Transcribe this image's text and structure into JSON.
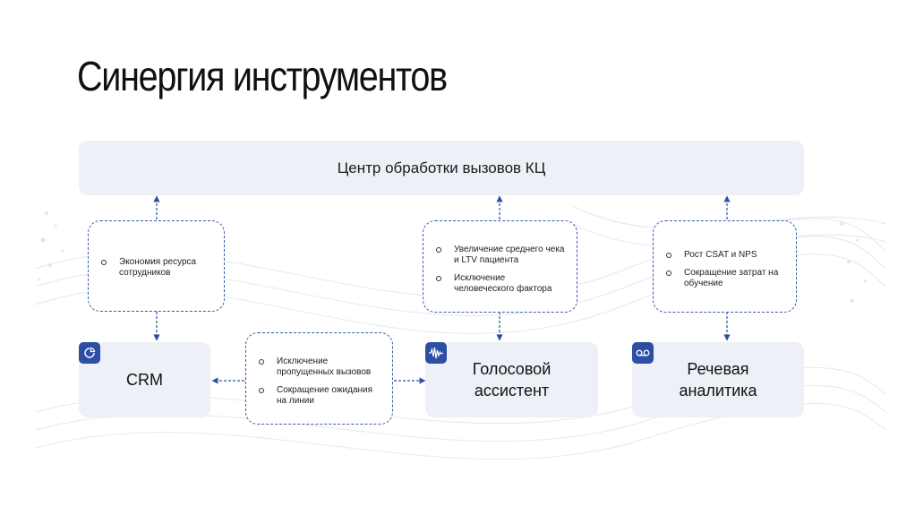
{
  "title": "Синергия инструментов",
  "center": {
    "label": "Центр обработки вызовов КЦ"
  },
  "crm": {
    "label": "CRM",
    "icon": "pie-chart-icon",
    "benefits": [
      "Экономия ресурса сотрудников"
    ]
  },
  "voice_assistant": {
    "label": "Голосовой ассистент",
    "icon": "sound-wave-icon",
    "benefits": [
      "Увеличение среднего чека и LTV пациента",
      "Исключение человеческого фактора"
    ]
  },
  "speech_analytics": {
    "label": "Речевая аналитика",
    "icon": "voicemail-icon",
    "benefits": [
      "Рост CSAT и NPS",
      "Сокращение затрат на обучение"
    ]
  },
  "integration": {
    "benefits": [
      "Исключение пропущенных вызовов",
      "Сокращение ожидания на линии"
    ]
  },
  "colors": {
    "accent": "#2c4ea3",
    "dashed_border": "#3b5ba9",
    "box_fill": "#eef0f7"
  }
}
